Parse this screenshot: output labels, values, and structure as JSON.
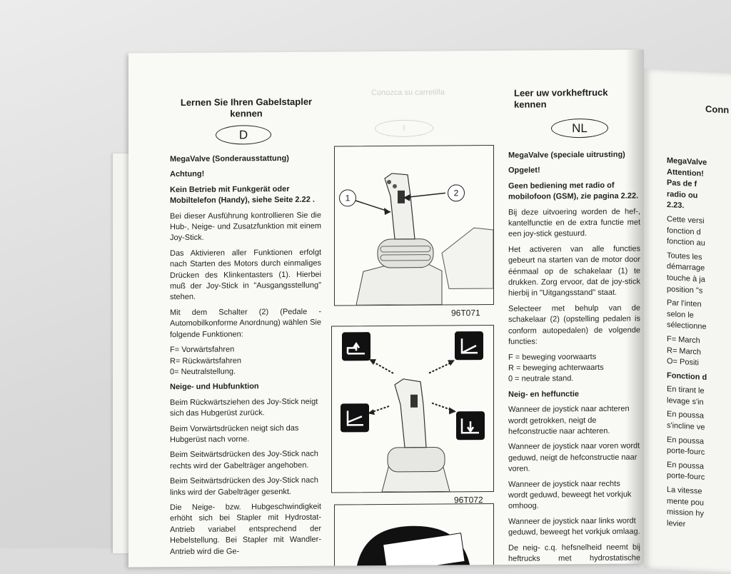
{
  "left_page": {
    "title": "Lernen Sie Ihren Gabelstapler kennen",
    "lang_badge": "D",
    "paragraphs": [
      "MegaValve (Sonderausstattung)",
      "Achtung!",
      "Kein Betrieb mit Funkgerät oder Mobiltelefon (Handy), siehe Seite 2.22 .",
      "Bei dieser Ausführung kontrollieren Sie die Hub-, Neige- und Zusatzfunktion mit einem Joy-Stick.",
      "Das Aktivieren aller Funktionen erfolgt nach Starten des Motors durch einmaliges Drücken des Klinkentasters (1). Hierbei muß der Joy-Stick in \"Ausgangsstellung\" stehen.",
      "Mit dem Schalter (2) (Pedale - Automobilkonforme Anordnung) wählen Sie folgende Funktionen:",
      "F= Vorwärtsfahren",
      "R= Rückwärtsfahren",
      "0= Neutralstellung.",
      "Neige- und Hubfunktion",
      "Beim Rückwärtsziehen des Joy-Stick neigt sich das Hubgerüst zurück.",
      "Beim Vorwärtsdrücken neigt sich das Hubgerüst nach vorne.",
      "Beim Seitwärtsdrücken des Joy-Stick nach rechts wird der Gabelträger angehoben.",
      "Beim Seitwärtsdrücken des Joy-Stick nach links wird der Gabelträger gesenkt.",
      "Die Neige- bzw. Hubgeschwindigkeit erhöht sich bei Stapler mit Hydrostat- Antrieb variabel entsprechend der Hebelstellung. Bei Stapler mit Wandler-Antrieb wird die Ge-"
    ]
  },
  "right_column": {
    "title": "Leer uw vorkheftruck kennen",
    "lang_badge": "NL",
    "paragraphs": [
      "MegaValve (speciale uitrusting)",
      "Opgelet!",
      "Geen bediening met radio of mobilofoon (GSM), zie pagina 2.22.",
      "Bij deze uitvoering worden de hef-, kantelfunctie en de extra functie met een joy-stick gestuurd.",
      "Het activeren van alle functies gebeurt na starten van de motor door éénmaal op de schakelaar (1) te drukken. Zorg ervoor, dat de joy-stick hierbij in \"Uitgangsstand\" staat.",
      "Selecteer met behulp van de schakelaar (2) (opstelling pedalen is conform autopedalen) de volgende functies:",
      "F = beweging voorwaarts",
      "R = beweging achterwaarts",
      "0 = neutrale stand.",
      "Neig- en heffunctie",
      "Wanneer de joystick naar achteren wordt getrokken, neigt de hefconstructie naar achteren.",
      "Wanneer de joystick naar voren wordt geduwd, neigt de hefconstructie naar voren.",
      "Wanneer de joystick naar rechts wordt geduwd, beweegt het vorkjuk omhoog.",
      "Wanneer de joystick naar links wordt geduwd, beweegt het vorkjuk omlaag.",
      "De neig- c.q. hefsnelheid neemt bij heftrucks met hydrostatische aandrijving afhankelijk"
    ]
  },
  "far_right_page": {
    "title": "Conn",
    "lines": [
      "MegaValve",
      "Attention!",
      "Pas de f",
      "radio ou",
      "2.23.",
      "Cette versi",
      "fonction d",
      "fonction au",
      "Toutes les",
      "démarrage",
      "touche à ja",
      "position \"s",
      "Par l'inten",
      "selon le",
      "sélectionne",
      "F= March",
      "R= March",
      "O= Positi",
      "Fonction d",
      "En tirant le",
      "levage s'in",
      "En poussa",
      "s'incline ve",
      "En poussa",
      "porte-fourc",
      "En poussa",
      "porte-fourc",
      "La vitesse",
      "mente pou",
      "mission hy",
      "levier"
    ]
  },
  "figures": {
    "fig1_label": "96T071",
    "fig2_label": "96T072",
    "callout_1": "1",
    "callout_2": "2"
  },
  "ghost_text": {
    "left_heading": "Conozca su carretilla",
    "badge": "I"
  }
}
